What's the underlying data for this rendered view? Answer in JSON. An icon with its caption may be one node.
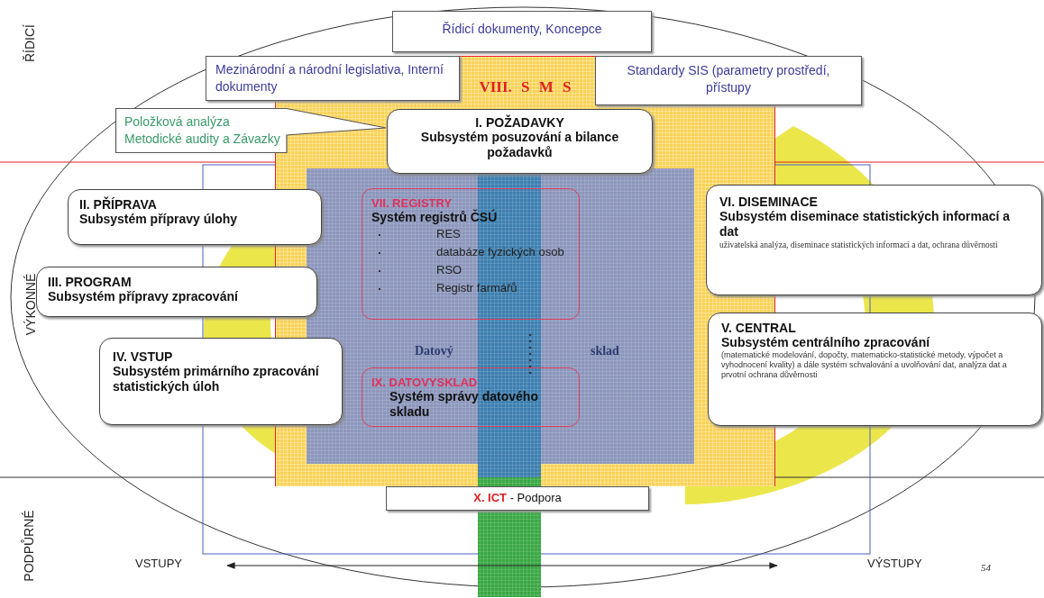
{
  "diagram": {
    "nodes": [
      {
        "text": [
          "Řídicí dokumenty, Koncepce"
        ]
      },
      {
        "text": [
          "Mezinárodní  a národní legislativa, Interní dokumenty"
        ]
      },
      {
        "text": [
          "Standardy SIS (parametry prostředí, přístupy"
        ]
      },
      {
        "text": [
          "VIII. S M S"
        ]
      },
      {
        "text": [
          "Položková analýza",
          "Metodické audity a Závazky"
        ]
      },
      {
        "text": [
          "I. POŽADAVKY",
          "Subsystém posuzování a bilance požadavků"
        ],
        "in": 3
      },
      {
        "text": [
          "II. PŘÍPRAVA",
          "Subsystém přípravy úlohy"
        ]
      },
      {
        "text": [
          "III. PROGRAM",
          "Subsystém přípravy zpracování"
        ]
      },
      {
        "text": [
          "IV. VSTUP",
          "Subsystém primárního zpracování statistických úloh"
        ]
      },
      {
        "text": [
          "VII. REGISTRY",
          "Systém registrů ČSÚ",
          "RES",
          "databáze fyzických osob",
          "RSO",
          "Registr farmářů"
        ],
        "in": 3
      },
      {
        "text": [
          "IX. DATOVYSKLAD",
          "Systém správy datového skladu"
        ],
        "in": 3
      },
      {
        "text": [
          "VI. DISEMINACE",
          "Subsystém diseminace statistických informací a dat",
          "uživatelská analýza, diseminace statistických informací a dat, ochrana důvěrnosti"
        ]
      },
      {
        "text": [
          "V. CENTRAL",
          "Subsystém centrálního zpracování",
          "(matematické modelování, dopočty, matematicko-statistické metody, výpočet a vyhodnocení kvality) a dále systém schvalování a uvolňování dat, analýza dat a prvotní ochrana důvěrnosti"
        ]
      },
      {
        "text": [
          "**X. ICT** - Podpora"
        ]
      },
      {
        "text": [
          "VSTUPY"
        ]
      },
      {
        "text": [
          "VÝSTUPY"
        ]
      }
    ],
    "edges": [
      {
        "from": 14,
        "to": 15,
        "arrow": "both"
      }
    ],
    "labels": [
      "ŘÍDICÍ",
      "VÝKONNÉ",
      "PODPŮRNÉ",
      "Datový",
      "sklad",
      "54"
    ]
  }
}
